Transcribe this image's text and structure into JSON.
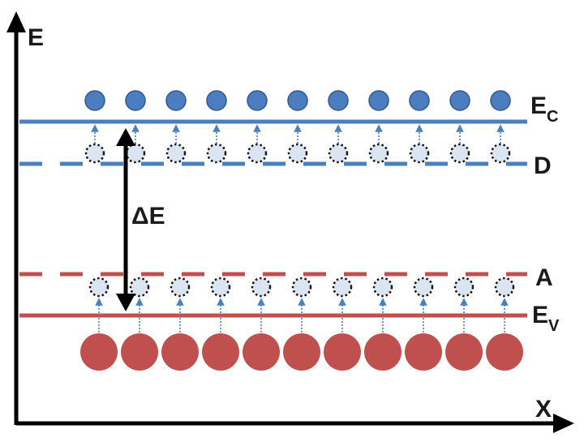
{
  "axes": {
    "y_label": "E",
    "x_label": "X"
  },
  "levels": {
    "conduction": {
      "label": "E",
      "subscript": "C"
    },
    "donor": {
      "label": "D"
    },
    "acceptor": {
      "label": "A"
    },
    "valence": {
      "label": "E",
      "subscript": "V"
    }
  },
  "gap": {
    "symbol": "Δ",
    "label": "E"
  },
  "colors": {
    "blue": "#4a7fc0",
    "blue_fill": "#4c7dc1",
    "blue_stroke": "#2d5a94",
    "red": "#c0504d",
    "red_fill": "#c0504d",
    "open_fill": "#dbe5f1",
    "axis": "#000000"
  },
  "particles": {
    "electron_count": 11,
    "ionized_donor_count": 11,
    "acceptor_state_count": 11,
    "hole_count": 11
  }
}
